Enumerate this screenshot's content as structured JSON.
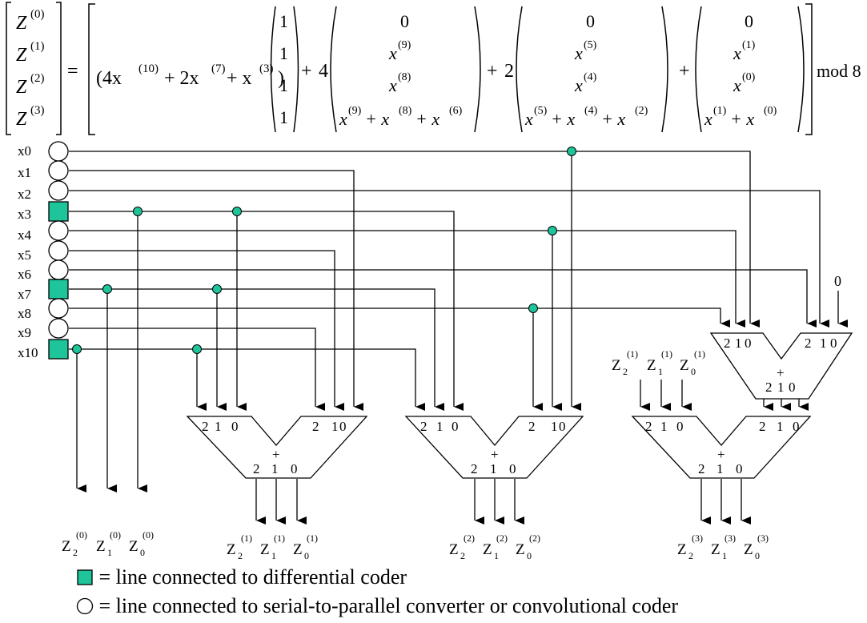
{
  "equation": {
    "lhs": [
      "Z",
      "Z",
      "Z",
      "Z"
    ],
    "lhs_superscripts": [
      "(0)",
      "(1)",
      "(2)",
      "(3)"
    ],
    "equals": "=",
    "term1_open": "(4x",
    "term1_sup1": "(10)",
    "term1_mid1": " + 2x",
    "term1_sup2": "(7)",
    "term1_mid2": " + x",
    "term1_sup3": "(3)",
    "term1_close": ")",
    "ones": [
      "1",
      "1",
      "1",
      "1"
    ],
    "plus": "+",
    "coef4": "4",
    "coef2": "2",
    "col2": {
      "r0": "0",
      "r1": "x",
      "r1s": "(9)",
      "r2": "x",
      "r2s": "(8)",
      "r3a": "x",
      "r3as": "(9)",
      "r3b": " + x",
      "r3bs": "(8)",
      "r3c": " + x",
      "r3cs": "(6)"
    },
    "col3": {
      "r0": "0",
      "r1": "x",
      "r1s": "(5)",
      "r2": "x",
      "r2s": "(4)",
      "r3a": "x",
      "r3as": "(5)",
      "r3b": " + x",
      "r3bs": "(4)",
      "r3c": " + x",
      "r3cs": "(2)"
    },
    "col4": {
      "r0": "0",
      "r1": "x",
      "r1s": "(1)",
      "r2": "x",
      "r2s": "(0)",
      "r3a": "x",
      "r3as": "(1)",
      "r3b": " + x",
      "r3bs": "(0)"
    },
    "mod": "mod 8"
  },
  "inputs": [
    "x0",
    "x1",
    "x2",
    "x3",
    "x4",
    "x5",
    "x6",
    "x7",
    "x8",
    "x9",
    "x10"
  ],
  "differential_inputs": [
    "x3",
    "x7",
    "x10"
  ],
  "adder_port_labels": [
    "2",
    "1",
    "0"
  ],
  "adder_symbol": "+",
  "constant_zero": "0",
  "outputs": {
    "z0": {
      "base": "Z",
      "sup": "(0)",
      "subs": [
        "2",
        "1",
        "0"
      ]
    },
    "z1": {
      "base": "Z",
      "sup": "(1)",
      "subs": [
        "2",
        "1",
        "0"
      ]
    },
    "z2": {
      "base": "Z",
      "sup": "(2)",
      "subs": [
        "2",
        "1",
        "0"
      ]
    },
    "z3": {
      "base": "Z",
      "sup": "(3)",
      "subs": [
        "2",
        "1",
        "0"
      ]
    }
  },
  "z1_feed": {
    "base": "Z",
    "sup": "(1)",
    "subs": [
      "2",
      "1",
      "0"
    ]
  },
  "legend": {
    "square_text": "= line connected to differential coder",
    "circle_text": "= line connected to serial-to-parallel converter or convolutional coder"
  },
  "colors": {
    "differential_fill": "#1ec49a",
    "line": "#000000",
    "circle_fill": "#ffffff"
  }
}
